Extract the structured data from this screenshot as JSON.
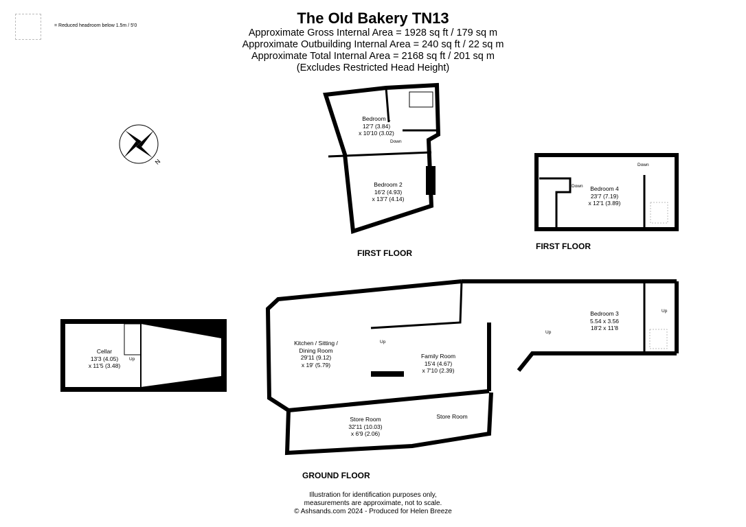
{
  "header": {
    "title": "The Old Bakery TN13",
    "lines": [
      "Approximate Gross Internal Area = 1928 sq ft / 179 sq m",
      "Approximate Outbuilding Internal Area = 240 sq ft / 22 sq m",
      "Approximate Total Internal Area = 2168 sq ft / 201 sq m",
      "(Excludes Restricted Head Height)"
    ]
  },
  "legend": {
    "text": "= Reduced headroom below 1.5m / 5'0"
  },
  "compass": {
    "label": "N"
  },
  "floors": {
    "first_main": "FIRST FLOOR",
    "first_out": "FIRST FLOOR",
    "ground": "GROUND FLOOR"
  },
  "rooms": {
    "bedroom1": {
      "name": "Bedroom 1",
      "dim1": "12'7 (3.84)",
      "dim2": "x 10'10 (3.02)"
    },
    "bedroom2": {
      "name": "Bedroom 2",
      "dim1": "16'2 (4.93)",
      "dim2": "x 13'7 (4.14)"
    },
    "bedroom4": {
      "name": "Bedroom 4",
      "dim1": "23'7 (7.19)",
      "dim2": "x 12'1 (3.89)"
    },
    "kitchen": {
      "name1": "Kitchen / Sitting /",
      "name2": "Dining Room",
      "dim1": "29'11 (9.12)",
      "dim2": "x 19' (5.79)"
    },
    "family": {
      "name": "Family Room",
      "dim1": "15'4 (4.67)",
      "dim2": "x 7'10 (2.39)"
    },
    "store1": {
      "name": "Store Room",
      "dim1": "32'11 (10.03)",
      "dim2": "x 6'9 (2.06)"
    },
    "store2": {
      "name": "Store Room"
    },
    "bedroom3": {
      "name": "Bedroom 3",
      "dim1": "5.54 x 3.56",
      "dim2": "18'2 x 11'8"
    },
    "cellar": {
      "name": "Cellar",
      "dim1": "13'3 (4.05)",
      "dim2": "x 11'5 (3.48)"
    }
  },
  "stair_labels": {
    "down": "Down",
    "up": "Up"
  },
  "footer": {
    "line1": "Illustration for identification purposes only,",
    "line2": "measurements are approximate, not to scale.",
    "line3": "© Ashsands.com 2024 - Produced for Helen Breeze"
  }
}
